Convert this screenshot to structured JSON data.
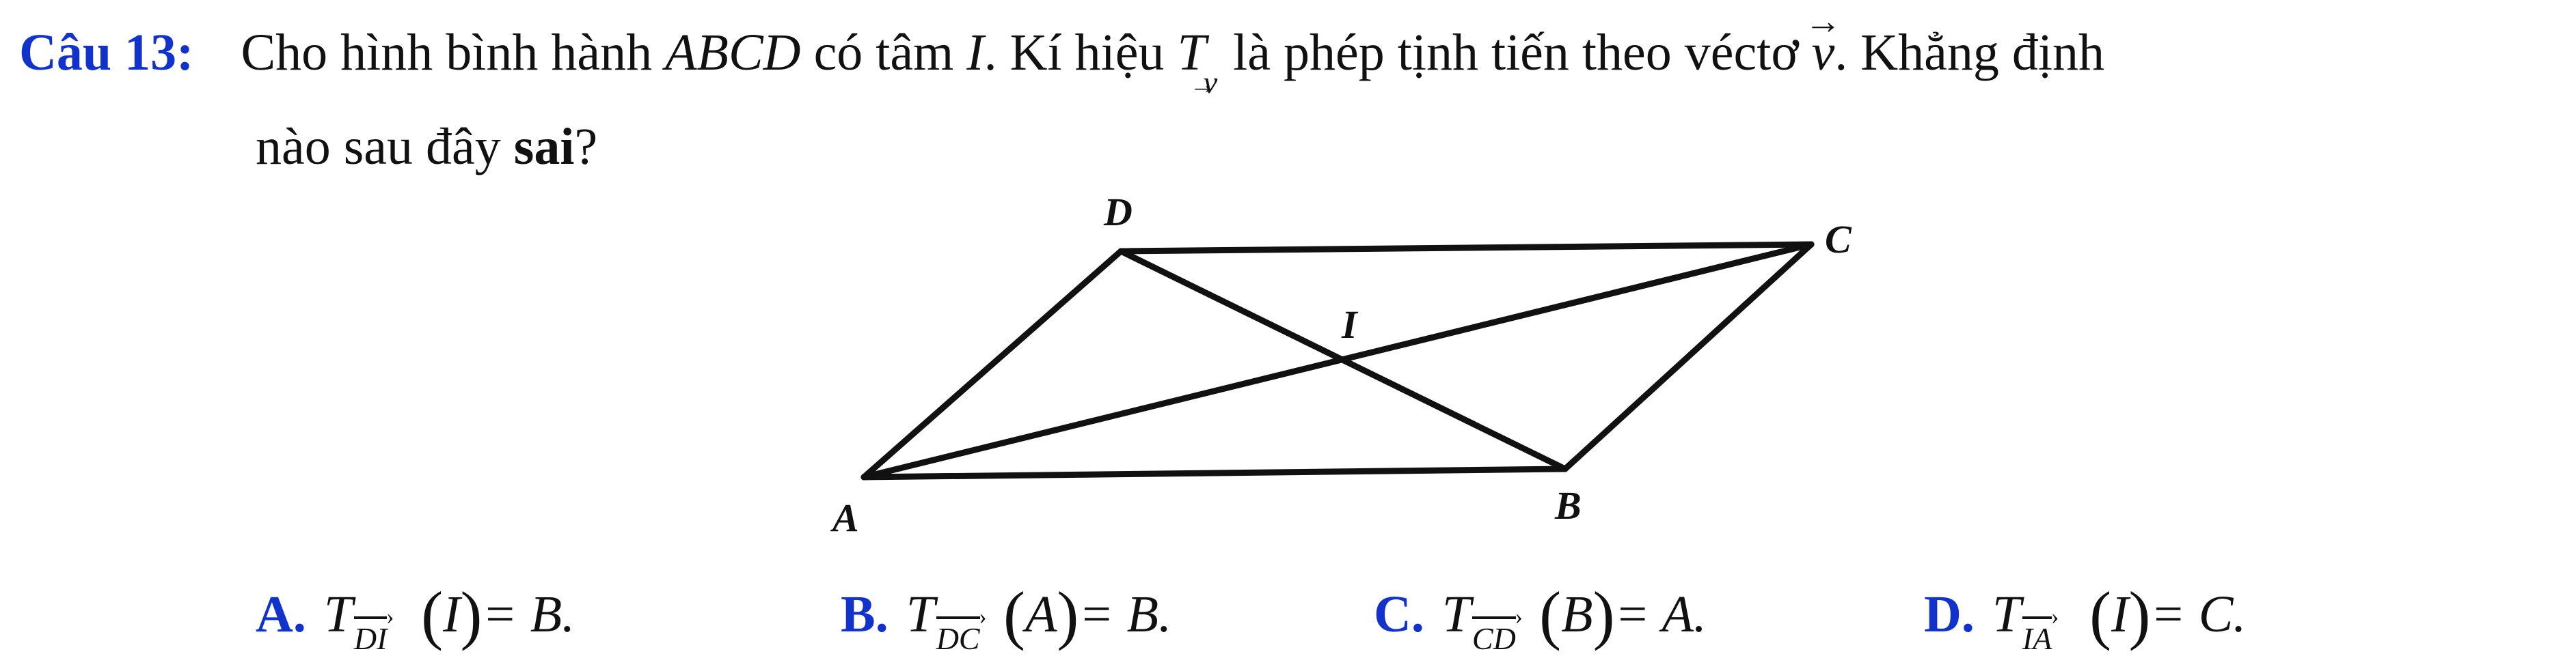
{
  "question": {
    "label": "Câu 13:",
    "text_part1": "Cho hình bình hành",
    "abcd": "ABCD",
    "text_part2": "có tâm",
    "center": "I",
    "text_part3": ". Kí hiệu",
    "T": "T",
    "v_sub": "v",
    "text_part4": "là phép tịnh tiến theo véctơ",
    "v": "v",
    "text_part5": ". Khẳng định",
    "line2_prefix": "nào sau đây ",
    "line2_bold": "sai",
    "line2_suffix": "?"
  },
  "figure": {
    "points": {
      "A": "A",
      "B": "B",
      "C": "C",
      "D": "D",
      "I": "I"
    }
  },
  "answers": [
    {
      "key": "A.",
      "T": "T",
      "vec": "DI",
      "arg": "I",
      "result": "= B."
    },
    {
      "key": "B.",
      "T": "T",
      "vec": "DC",
      "arg": "A",
      "result": "= B."
    },
    {
      "key": "C.",
      "T": "T",
      "vec": "CD",
      "arg": "B",
      "result": "= A."
    },
    {
      "key": "D.",
      "T": "T",
      "vec": "IA",
      "arg": "I",
      "result": "= C."
    }
  ]
}
